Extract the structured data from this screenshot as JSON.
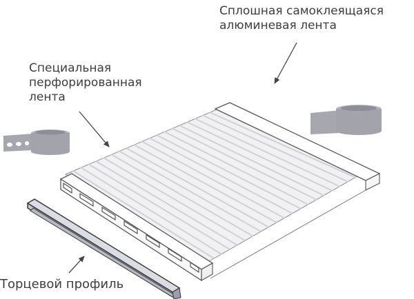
{
  "diagram": {
    "labels": {
      "aluminium_tape": [
        "Сплошная самоклеящаяся",
        "алюминевая лента"
      ],
      "perforated_tape": [
        "Специальная",
        "перфорированная",
        "лента"
      ],
      "end_profile": [
        "Торцевой профиль"
      ]
    },
    "parts": [
      {
        "id": "polycarbonate-panel",
        "description": "cellular polycarbonate sheet with channels"
      },
      {
        "id": "aluminium-tape-roll",
        "description": "solid self-adhesive aluminium tape roll"
      },
      {
        "id": "perforated-tape-roll",
        "description": "perforated tape roll"
      },
      {
        "id": "end-profile",
        "description": "end profile strip"
      }
    ],
    "colors": {
      "outline": "#4a4a4a",
      "panel_fill": "#f1f1f4",
      "channel_line": "#d3d3d8",
      "tape": "#a3a3ab",
      "profile": "#c8c8d2",
      "arrow": "#444444"
    }
  }
}
